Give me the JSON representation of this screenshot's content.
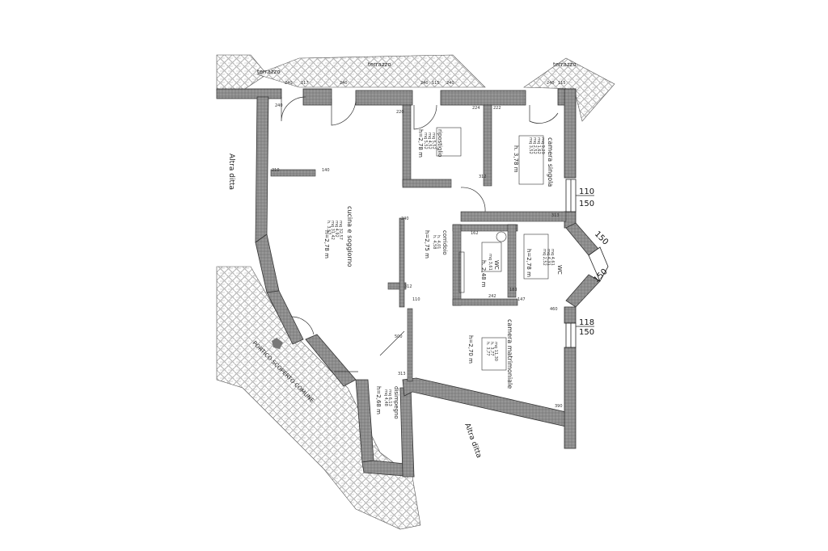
{
  "terraces": {
    "top_left": "terrazzo",
    "top_center": "terrazzo",
    "top_right": "terrazzo"
  },
  "side_labels": {
    "left": "Altra ditta",
    "bottom": "Altra ditta",
    "portico": "PORTICO SCOPERTO COMUNE"
  },
  "rooms": {
    "cucina": {
      "name": "cucina e soggiorno",
      "height": "h=2,78 m",
      "areas": [
        "mq 32,57",
        "mq 4,92",
        "mq 31,42",
        "h. 3,57"
      ]
    },
    "ripostiglio": {
      "name": "ripostiglio",
      "height": "h=2,78 m",
      "areas": [
        "mq 5,52",
        "mq 4,52",
        "mq 5,52"
      ]
    },
    "camera_singola": {
      "name": "camera singola",
      "height": "h. 3,78 m",
      "areas": [
        "mq 9,29",
        "mq 1,62",
        "mq 2,52",
        "mq 3,52"
      ]
    },
    "corridoio": {
      "name": "corridoio",
      "height": "h=2,75 m",
      "areas": [
        "h. 4,01",
        "h. 4,58"
      ]
    },
    "wc_small": {
      "name": "WC",
      "height": "h. 2,48 m",
      "areas": [
        "mq 3,61"
      ]
    },
    "wc_large": {
      "name": "WC",
      "height": "h=2,78 m",
      "areas": [
        "mq 4,61",
        "mq 4,31",
        "mq 2,52"
      ]
    },
    "camera_matrimoniale": {
      "name": "camera matrimoniale",
      "height": "h=2,70 m",
      "areas": [
        "mq 11,30",
        "h. 3,77",
        "h. 3,77"
      ]
    },
    "disimpegno": {
      "name": "disimpegno",
      "height": "h=2,68 m",
      "areas": [
        "mq 6,13",
        "mq 4,48"
      ]
    }
  },
  "dimensions": {
    "d1": "110",
    "d2": "150",
    "d3": "118",
    "d4": "150",
    "d5": "150",
    "d6": "150"
  },
  "small_dims": [
    "240",
    "117",
    "240",
    "240",
    "115",
    "240",
    "240",
    "115",
    "240",
    "220",
    "224",
    "222",
    "210",
    "140",
    "240",
    "110",
    "162",
    "313",
    "183",
    "242",
    "147",
    "460",
    "390",
    "312",
    "500",
    "313",
    "312"
  ],
  "colors": {
    "wall": "#8a8a8a",
    "hatch": "#9a9a9a",
    "line": "#222222"
  }
}
